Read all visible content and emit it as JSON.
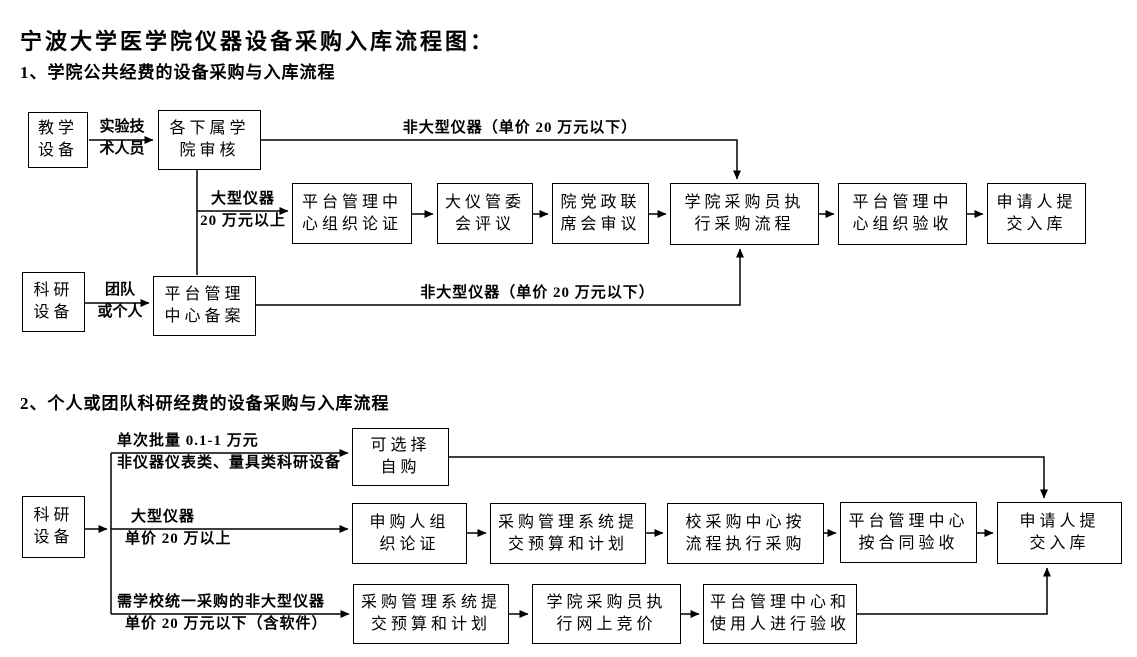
{
  "colors": {
    "ink": "#000000",
    "paper": "#ffffff"
  },
  "title": "宁波大学医学院仪器设备采购入库流程图：",
  "section1": {
    "heading": "1、学院公共经费的设备采购与入库流程",
    "nodes": {
      "teaching_equipment": {
        "l1": "教学",
        "l2": "设备"
      },
      "college_review": {
        "l1": "各下属学",
        "l2": "院审核"
      },
      "platform_demonstration": {
        "l1": "平台管理中",
        "l2": "心组织论证"
      },
      "committee_review": {
        "l1": "大仪管委",
        "l2": "会评议"
      },
      "joint_meeting": {
        "l1": "院党政联",
        "l2": "席会审议"
      },
      "buyer_procurement": {
        "l1": "学院采购员执",
        "l2": "行采购流程"
      },
      "platform_acceptance": {
        "l1": "平台管理中",
        "l2": "心组织验收"
      },
      "submit_storage": {
        "l1": "申请人提",
        "l2": "交入库"
      },
      "research_equipment": {
        "l1": "科研",
        "l2": "设备"
      },
      "platform_filing": {
        "l1": "平台管理",
        "l2": "中心备案"
      }
    },
    "edge_labels": {
      "lab_technician": {
        "l1": "实验技",
        "l2": "术人员"
      },
      "large_instrument": {
        "l1": "大型仪器",
        "l2": "20 万元以上"
      },
      "non_large_top": "非大型仪器（单价 20 万元以下）",
      "team_or_individual": {
        "l1": "团队",
        "l2": "或个人"
      },
      "non_large_bottom": "非大型仪器（单价 20 万元以下）"
    }
  },
  "section2": {
    "heading": "2、个人或团队科研经费的设备采购与入库流程",
    "nodes": {
      "research_equipment": {
        "l1": "科研",
        "l2": "设备"
      },
      "self_purchase": {
        "l1": "可选择",
        "l2": "自购"
      },
      "applicant_demonstration": {
        "l1": "申购人组",
        "l2": "织论证"
      },
      "submit_budget_plan_b": {
        "l1": "采购管理系统提",
        "l2": "交预算和计划"
      },
      "school_procurement": {
        "l1": "校采购中心按",
        "l2": "流程执行采购"
      },
      "contract_acceptance": {
        "l1": "平台管理中心",
        "l2": "按合同验收"
      },
      "submit_storage": {
        "l1": "申请人提",
        "l2": "交入库"
      },
      "submit_budget_plan_c": {
        "l1": "采购管理系统提",
        "l2": "交预算和计划"
      },
      "online_bidding": {
        "l1": "学院采购员执",
        "l2": "行网上竞价"
      },
      "user_acceptance": {
        "l1": "平台管理中心和",
        "l2": "使用人进行验收"
      }
    },
    "edge_labels": {
      "batch_small": {
        "l1": "单次批量 0.1-1 万元",
        "l2": "非仪器仪表类、量具类科研设备"
      },
      "large_instrument": {
        "l1": "大型仪器",
        "l2": "单价 20 万以上"
      },
      "unified_non_large": {
        "l1": "需学校统一采购的非大型仪器",
        "l2": "单价 20 万元以下（含软件）"
      }
    }
  }
}
